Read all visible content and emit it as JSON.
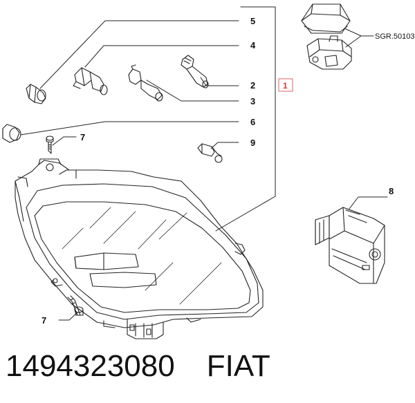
{
  "callouts": {
    "c1": "1",
    "c2": "2",
    "c3": "3",
    "c4": "4",
    "c5": "5",
    "c6": "6",
    "c7a": "7",
    "c7b": "7",
    "c8": "8",
    "c9": "9"
  },
  "reference": "SGR.50103",
  "footer": {
    "part_number": "1494323080",
    "brand": "FIAT"
  }
}
